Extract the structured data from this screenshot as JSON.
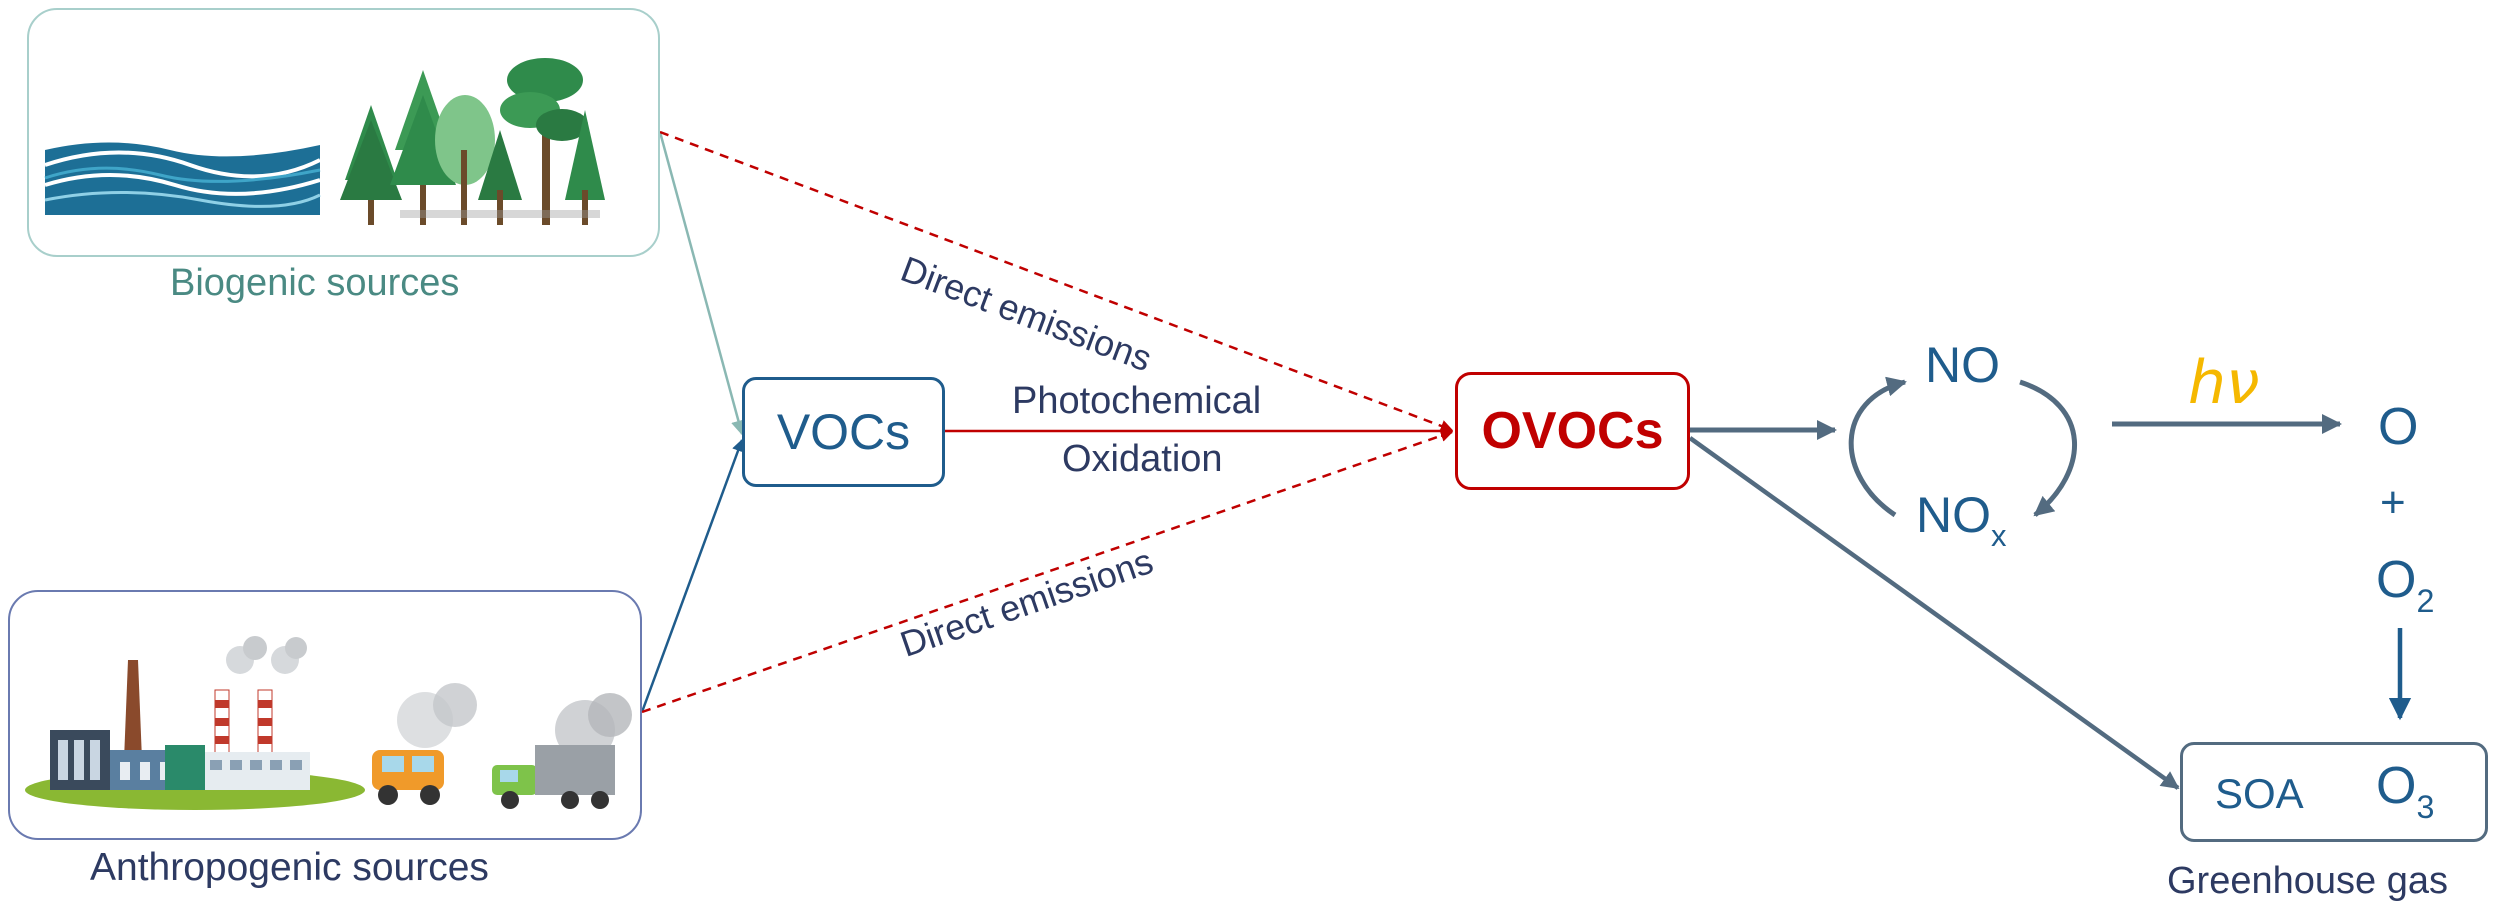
{
  "sources": {
    "biogenic_label": "Biogenic sources",
    "anthropogenic_label": "Anthropogenic sources"
  },
  "nodes": {
    "vocs": "VOCs",
    "ovocs": "OVOCs",
    "no": "NO",
    "nox_main": "NO",
    "nox_sub": "x",
    "hv": "hν",
    "o": "O",
    "plus": "+",
    "o2_main": "O",
    "o2_sub": "2",
    "soa": "SOA",
    "o3_main": "O",
    "o3_sub": "3",
    "greenhouse_label": "Greenhouse gas"
  },
  "edges": {
    "direct_emissions_top": "Direct emissions",
    "direct_emissions_bottom": "Direct emissions",
    "photochemical_line1": "Photochemical",
    "photochemical_line2": "Oxidation"
  },
  "colors": {
    "biogenic": "#4a8a83",
    "biogenic_border": "#a8cfcb",
    "anthro_border": "#6a7ab0",
    "navy": "#2d3a62",
    "blue": "#1f5c8c",
    "red": "#c00000",
    "gray_arrow": "#536b80",
    "hv": "#f5b800"
  }
}
